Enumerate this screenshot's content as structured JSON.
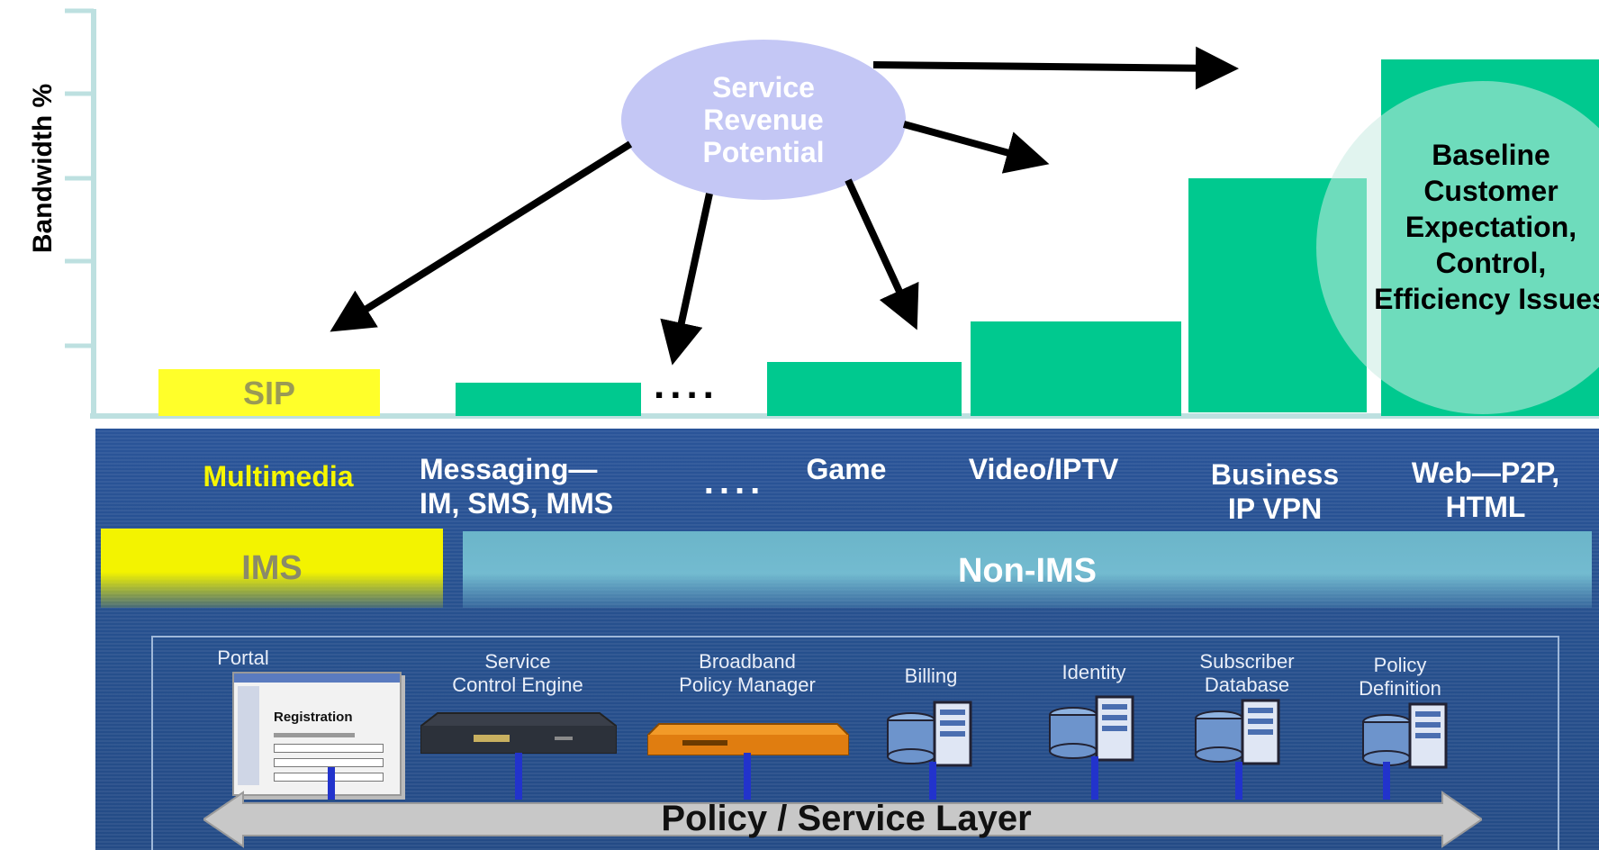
{
  "y_axis_label": "Bandwidth %",
  "bubble_text": "Service Revenue Potential",
  "baseline_text": "Baseline Customer Expectation, Control, Efficiency Issues",
  "sip_label": "SIP",
  "dots_top": "....",
  "services": {
    "multimedia": "Multimedia",
    "messaging": "Messaging—\nIM, SMS, MMS",
    "dots": "....",
    "game": "Game",
    "video": "Video/IPTV",
    "business": "Business\nIP VPN",
    "web": "Web—P2P,\nHTML"
  },
  "ims_label": "IMS",
  "non_ims_label": "Non-IMS",
  "components": {
    "portal": "Portal",
    "portal_form_title": "Registration",
    "sce": "Service\nControl Engine",
    "bpm": "Broadband\nPolicy Manager",
    "billing": "Billing",
    "identity": "Identity",
    "subscriber": "Subscriber\nDatabase",
    "policy_def": "Policy\nDefinition"
  },
  "layer_label": "Policy / Service Layer",
  "colors": {
    "bar": "#00c98f",
    "sip": "#ffff2a",
    "panel": "#27518f",
    "bubble": "#c4c7f5",
    "ims": "#f3f300",
    "non_ims": "#73bbd0",
    "arrow": "#000000",
    "layer_arrow": "#c8c8c8"
  }
}
